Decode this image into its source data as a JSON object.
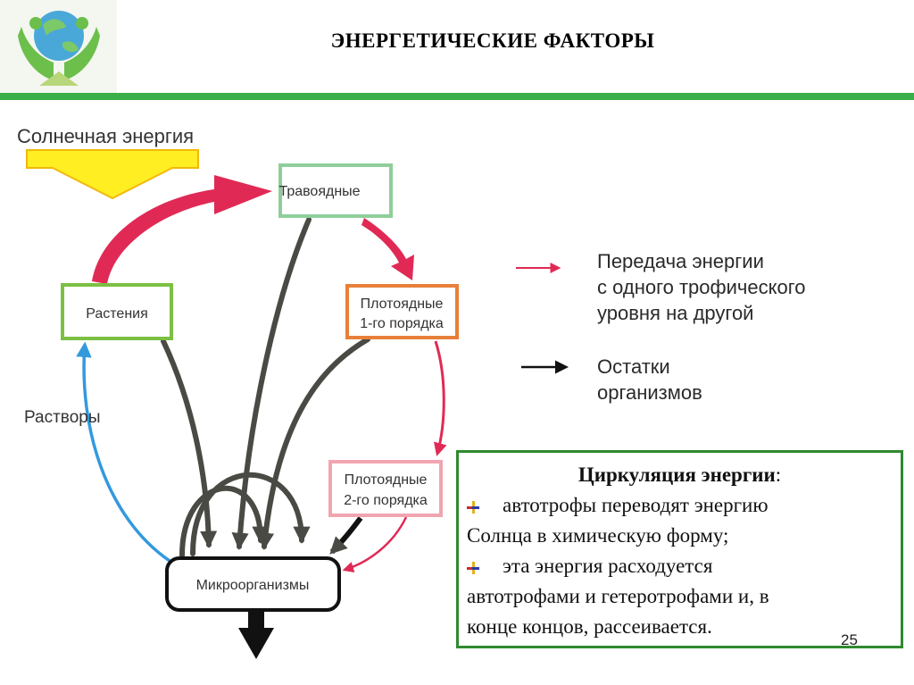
{
  "header": {
    "title": "ЭНЕРГЕТИЧЕСКИЕ ФАКТОРЫ"
  },
  "diagram": {
    "sun_label": "Солнечная энергия",
    "solutions_label": "Растворы",
    "nodes": {
      "plants": "Растения",
      "herbivores": "Травоядные",
      "carnivores1_line1": "Плотоядные",
      "carnivores1_line2": "1-го порядка",
      "carnivores2_line1": "Плотоядные",
      "carnivores2_line2": "2-го порядка",
      "microorganisms": "Микроорганизмы"
    }
  },
  "legend": {
    "red_line1": "Передача энергии",
    "red_line2": "с одного трофического",
    "red_line3": "уровня на другой",
    "black_line1": "Остатки",
    "black_line2": "организмов"
  },
  "info": {
    "title": "Циркуляция энергии",
    "title_colon": ":",
    "line1": "автотрофы переводят энергию",
    "line2": "Солнца в химическую форму;",
    "line3": "эта энергия расходуется",
    "line4": "автотрофами и гетеротрофами и, в",
    "line5": "конце концов, рассеивается."
  },
  "page_number": "25",
  "colors": {
    "accent_green": "#3aae49",
    "energy_red": "#e02a55",
    "remains_dark": "#4a4a44",
    "solutions_blue": "#3399dd",
    "sun_yellow": "#ffee22"
  }
}
